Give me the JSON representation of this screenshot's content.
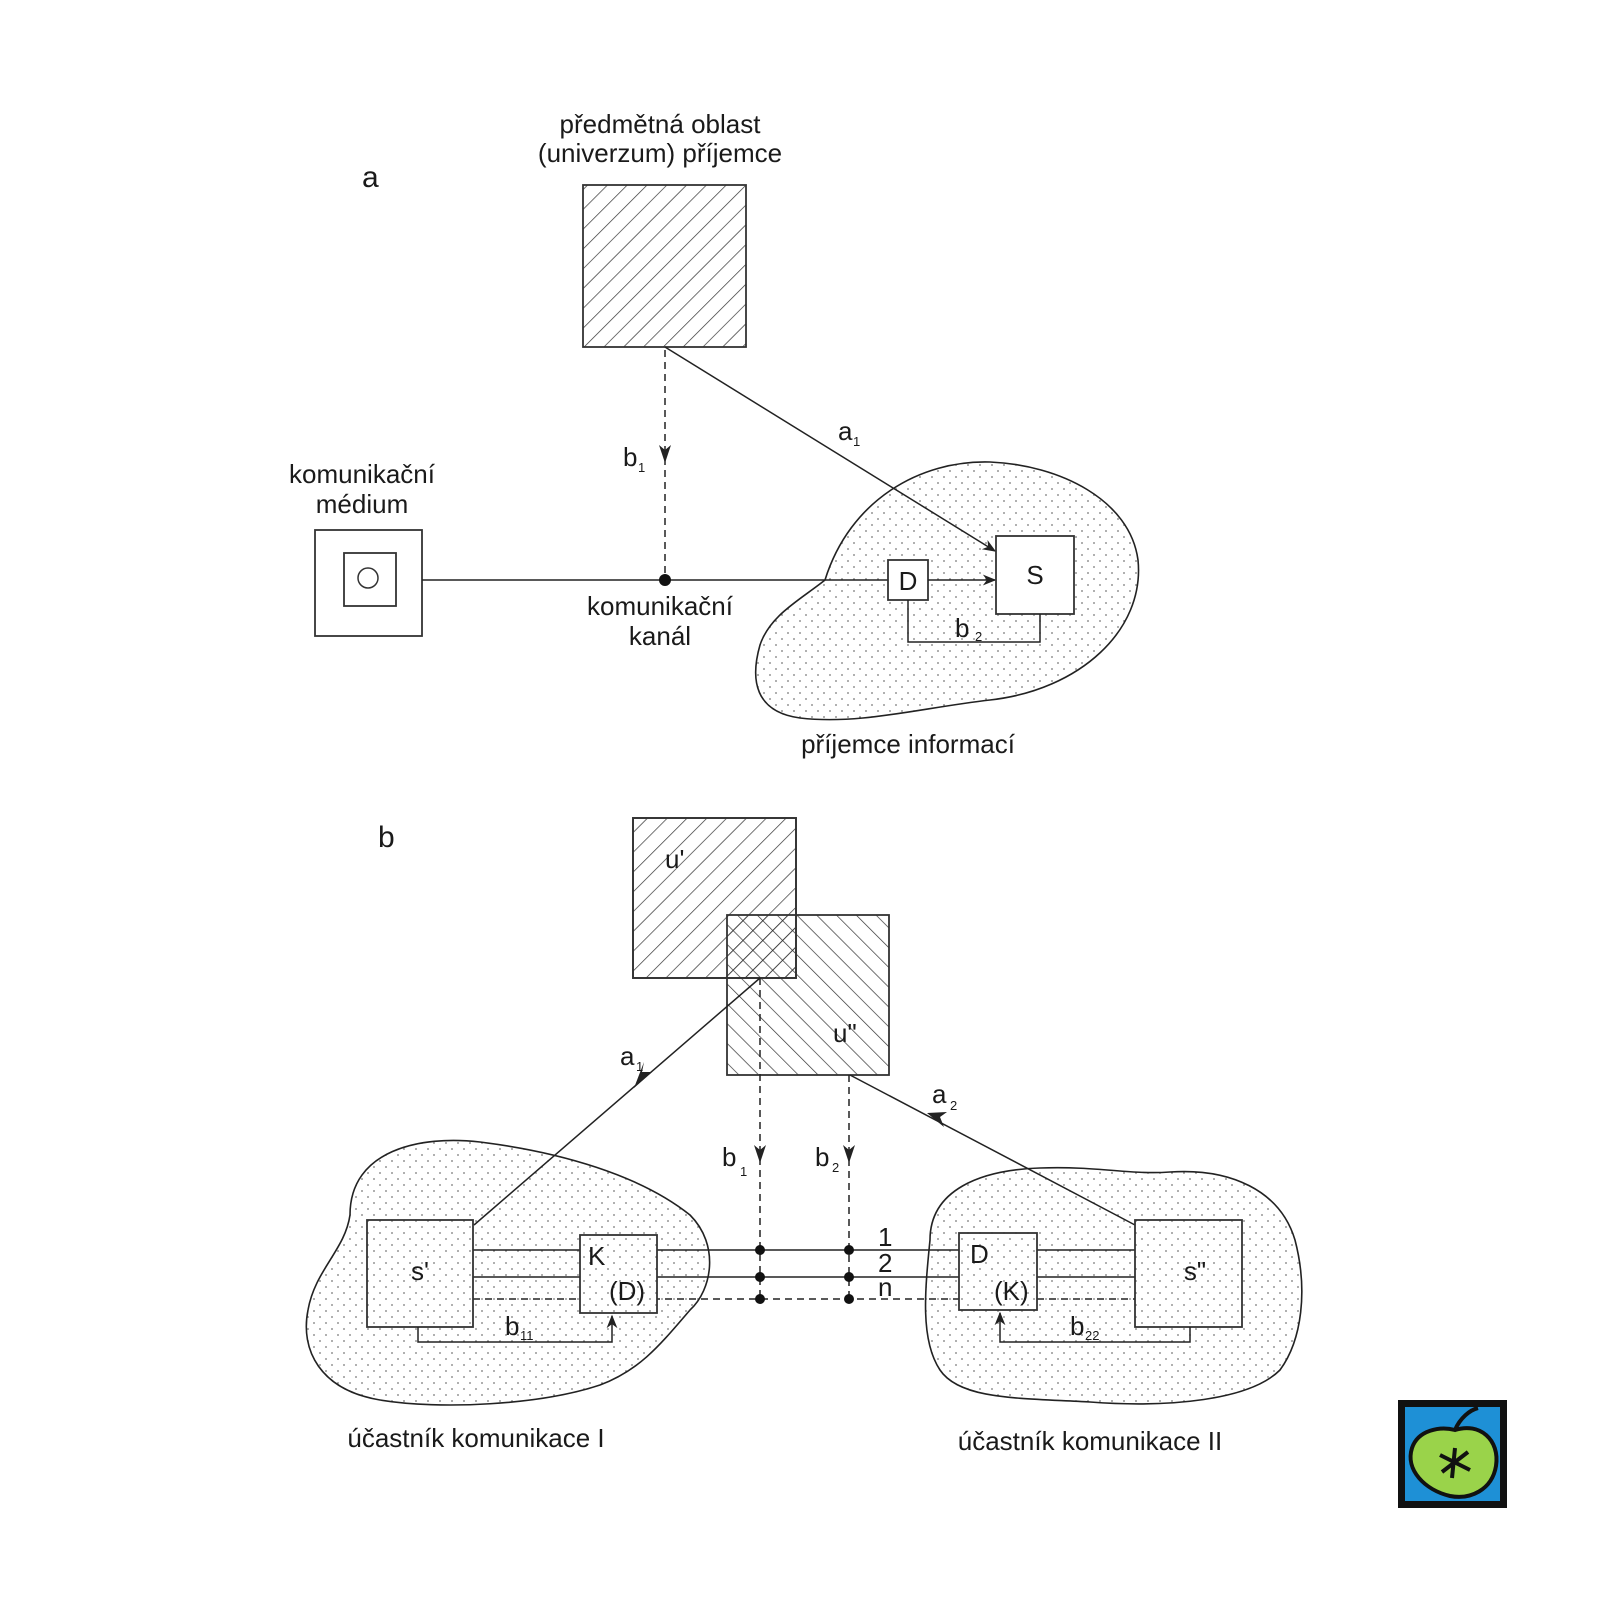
{
  "panel_a": {
    "label": "a",
    "universe_line1": "předmětná oblast",
    "universe_line2": "(univerzum) příjemce",
    "medium_line1": "komunikační",
    "medium_line2": "médium",
    "channel_line1": "komunikační",
    "channel_line2": "kanál",
    "receiver": "příjemce informací",
    "box_d": "D",
    "box_s": "S",
    "arrow_a": "a",
    "arrow_a_sub": "1",
    "arrow_b1": "b",
    "arrow_b1_sub": "1",
    "arrow_b2": "b",
    "arrow_b2_sub": "2"
  },
  "panel_b": {
    "label": "b",
    "u1": "u'",
    "u2": "u\"",
    "s1": "s'",
    "s2": "s\"",
    "k_top": "K",
    "k_bottom": "(D)",
    "d_top": "D",
    "d_bottom": "(K)",
    "a1": "a",
    "a1_sub": "1",
    "a2": "a",
    "a2_sub": "2",
    "b1": "b",
    "b1_sub": "1",
    "b2": "b",
    "b2_sub": "2",
    "b11": "b",
    "b11_sub": "11",
    "b22": "b",
    "b22_sub": "22",
    "line_1": "1",
    "line_2": "2",
    "line_n": "n",
    "participant1": "účastník komunikace I",
    "participant2": "účastník komunikace II"
  },
  "logo": {
    "name": "apple-logo",
    "bg": "#1e90d6",
    "apple": "#9ad34a"
  }
}
